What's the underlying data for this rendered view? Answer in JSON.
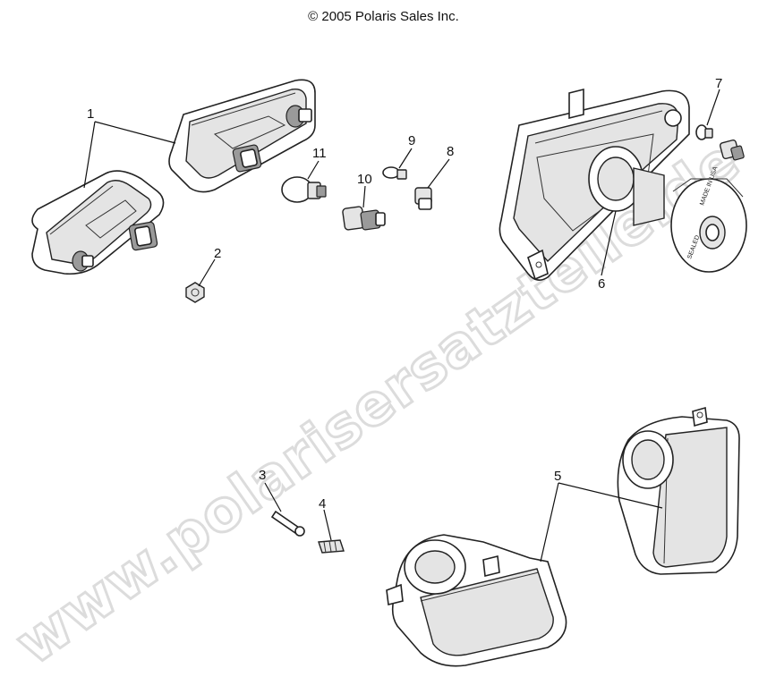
{
  "header": {
    "copyright": "© 2005 Polaris Sales Inc."
  },
  "watermark": {
    "text": "www.polarisersatzteile.de",
    "color": "#dcdcdc"
  },
  "headlamp_label": {
    "line1": "MADE IN USA",
    "line2": "SEALED"
  },
  "callouts": [
    {
      "id": "callout-1",
      "label": "1"
    },
    {
      "id": "callout-2",
      "label": "2"
    },
    {
      "id": "callout-3",
      "label": "3"
    },
    {
      "id": "callout-4",
      "label": "4"
    },
    {
      "id": "callout-5",
      "label": "5"
    },
    {
      "id": "callout-6",
      "label": "6"
    },
    {
      "id": "callout-7",
      "label": "7"
    },
    {
      "id": "callout-8",
      "label": "8"
    },
    {
      "id": "callout-9",
      "label": "9"
    },
    {
      "id": "callout-10",
      "label": "10"
    },
    {
      "id": "callout-11",
      "label": "11"
    }
  ]
}
